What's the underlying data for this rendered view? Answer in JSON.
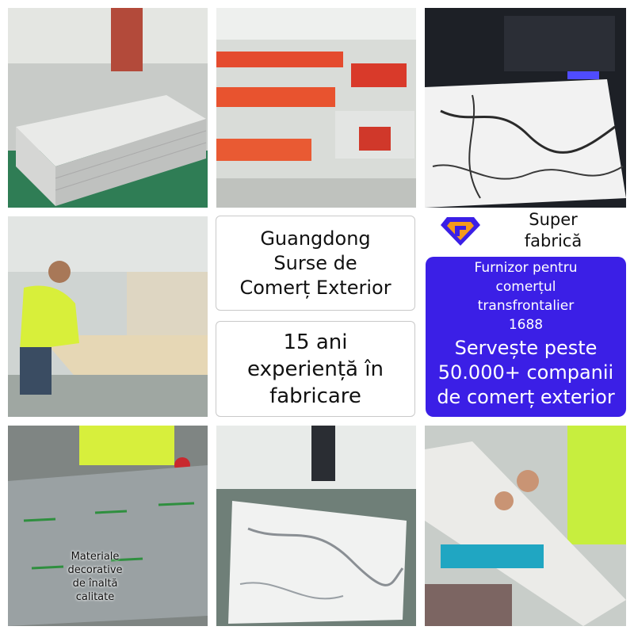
{
  "center": {
    "guangdong_lines": [
      "Guangdong",
      "Surse de",
      "Comerț Exterior"
    ],
    "experience_lines": [
      "15 ani",
      "experiență în",
      "fabricare"
    ]
  },
  "super_factory": {
    "lines": [
      "Super",
      "fabrică"
    ],
    "logo_icon": "diamond-logo-icon",
    "logo_colors": {
      "outer": "#3b1fe6",
      "inner": "#f59a1b"
    }
  },
  "supplier": {
    "sub_lines": [
      "Furnizor pentru",
      "comerțul",
      "transfrontalier",
      "1688"
    ],
    "main_lines": [
      "Servește peste",
      "50.000+ companii",
      "de comerț exterior"
    ],
    "background": "#3b1fe6"
  },
  "photos": {
    "materials_label_lines": [
      "Materiale",
      "decorative",
      "de înaltă",
      "calitate"
    ]
  }
}
